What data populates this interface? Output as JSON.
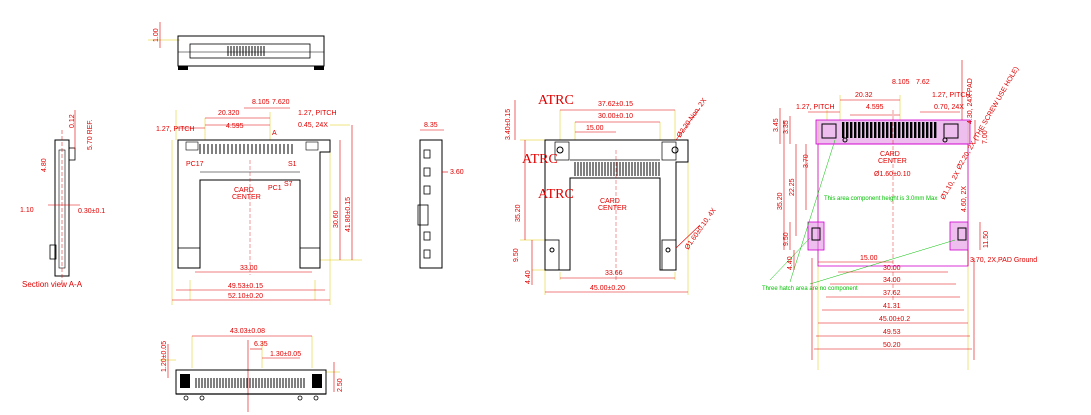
{
  "colors": {
    "outline": "#000000",
    "dimension": "#e00000",
    "extension": "#e0c800",
    "note": "#00c000",
    "area": "#d000d0"
  },
  "side_view": {
    "dims": [
      "1.00"
    ],
    "section_title": "Section view A-A",
    "section_dims": [
      "0.12",
      "5.70 REF.",
      "4.80",
      "1.10",
      "0.30±0.1"
    ]
  },
  "top_view": {
    "dims": [
      "43.03±0.08",
      "6.35",
      "1.30±0.05",
      "1.20±0.05",
      "2.50"
    ]
  },
  "front_view": {
    "dims": [
      "20.320",
      "8.105",
      "7.620",
      "1.27, PITCH",
      "1.27, PITCH",
      "4.595",
      "0.45, 24X",
      "30.60",
      "41.80±0.15",
      "33.00",
      "49.53±0.15",
      "52.10±0.20"
    ],
    "pin_labels": [
      "PC17",
      "S1",
      "PC1",
      "S7",
      "A"
    ],
    "center_label": [
      "CARD",
      "CENTER"
    ]
  },
  "end_view": {
    "dims": [
      "8.35",
      "3.60"
    ]
  },
  "pcb_view": {
    "atrc_labels": [
      "ATRC",
      "ATRC",
      "ATRC"
    ],
    "dims": [
      "37.62±0.15",
      "30.00±0.10",
      "15.00",
      "Ø2.20 Non. 2X",
      "3.40±0.15",
      "35.20",
      "Ø1.60±0.10, 4X",
      "9.50",
      "4.40",
      "33.66",
      "45.00±0.20"
    ],
    "center_label": [
      "CARD",
      "CENTER"
    ]
  },
  "layout_view": {
    "dims_top": [
      "20.32",
      "8.105",
      "7.62",
      "1.27, PITCH",
      "1.27, PITCH",
      "4.595",
      "0.70, 24X",
      "4.30, 24X PAD"
    ],
    "dims_left": [
      "3.45",
      "3.35",
      "3.70",
      "22.25",
      "35.20",
      "9.50",
      "4.40"
    ],
    "dims_right": [
      "7.00",
      "Ø2.20, 2X (THE SCREW USE HOLE)",
      "Ø1.10, 2X",
      "4.60, 2X",
      "11.50",
      "3.70, 2X,PAD Ground"
    ],
    "dims_bottom": [
      "15.00",
      "30.00",
      "34.00",
      "37.62",
      "41.31",
      "45.00±0.2",
      "49.53",
      "50.20"
    ],
    "notes": [
      "This area component height is 3.0mm Max",
      "Three hatch area are no component"
    ],
    "center_label": [
      "CARD",
      "CENTER"
    ],
    "hole_label": "Ø1.60±0.10"
  }
}
